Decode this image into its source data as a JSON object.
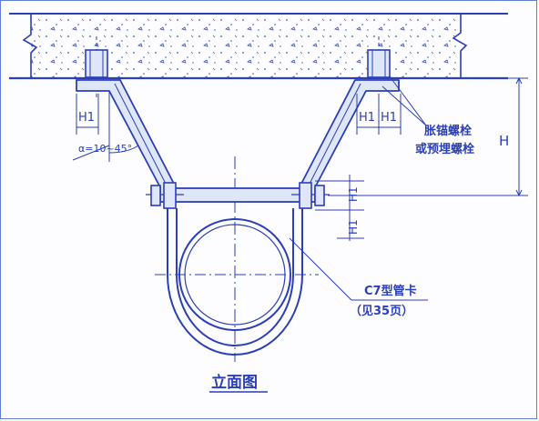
{
  "labels": {
    "h1_left": "H1",
    "h1_right_a": "H1",
    "h1_right_b": "H1",
    "alpha": "α=10~45°",
    "anchor_bolt_line1": "胀锚螺栓",
    "anchor_bolt_line2": "或预埋螺栓",
    "h_dim": "H",
    "h1_upper": "H1",
    "h1_lower": "H1",
    "clamp_line1": "C7型管卡",
    "clamp_line2": "（见35页）",
    "title": "立面图"
  },
  "colors": {
    "ink": "#2b3fb8",
    "fill": "#dfe6f7",
    "border": "#5f7fd6"
  }
}
